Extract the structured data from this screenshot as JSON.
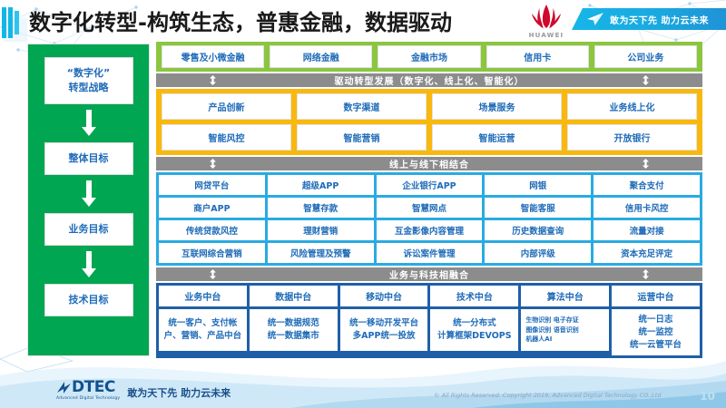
{
  "header": {
    "title": "数字化转型-构筑生态，普惠金融，数据驱动",
    "huawei_wordmark": "HUAWEI",
    "banner_slogan": "敢为天下先 助力云未来"
  },
  "colors": {
    "green": "#00a651",
    "light_green": "#8cc63f",
    "orange": "#f9b80e",
    "blue": "#29abe2",
    "navy": "#1f5fa9",
    "gray_connector": "#8c8c8c",
    "text_blue": "#1e6bb8"
  },
  "strategy_column": {
    "items": [
      {
        "label": "“数字化”\n转型战略"
      },
      {
        "label": "整体目标"
      },
      {
        "label": "业务目标"
      },
      {
        "label": "技术目标"
      }
    ]
  },
  "business_lines": {
    "items": [
      "零售及小微金融",
      "网络金融",
      "金融市场",
      "信用卡",
      "公司业务"
    ]
  },
  "connectors": {
    "drive": "驱动转型发展（数字化、线上化、智能化）",
    "online_offline": "线上与线下相结合",
    "fusion": "业务与科技相融合"
  },
  "capabilities": {
    "rows": [
      [
        "产品创新",
        "数字渠道",
        "场景服务",
        "业务线上化"
      ],
      [
        "智能风控",
        "智能营销",
        "智能运营",
        "开放银行"
      ]
    ]
  },
  "applications": {
    "rows": [
      [
        "网贷平台",
        "超级APP",
        "企业银行APP",
        "网银",
        "聚合支付"
      ],
      [
        "商户APP",
        "智慧存款",
        "智慧网点",
        "智能客服",
        "信用卡风控"
      ],
      [
        "传统贷款风控",
        "理财营销",
        "互金影像内容管理",
        "历史数据查询",
        "流量对接"
      ],
      [
        "互联网综合营销",
        "风险管理及预警",
        "诉讼案件管理",
        "内部评级",
        "资本充足评定"
      ]
    ]
  },
  "platforms": {
    "columns": [
      {
        "head": "业务中台",
        "body": "统一客户、支付帐户、营销、产品中台",
        "small": false
      },
      {
        "head": "数据中台",
        "body": "统一数据规范\n统一数据集市",
        "small": false
      },
      {
        "head": "移动中台",
        "body": "统一移动开发平台\n多APP统一投放",
        "small": false
      },
      {
        "head": "技术中台",
        "body": "统一分布式\n计算框架DEVOPS",
        "small": false
      },
      {
        "head": "算法中台",
        "body": "生物识别 电子存证\n图像识别 语音识别\n机器人AI",
        "small": true
      },
      {
        "head": "运营中台",
        "body": "统一日志\n统一监控\n统一云管平台",
        "small": false
      }
    ]
  },
  "footer": {
    "logo_text": "DTEC",
    "logo_sub": "Advanced Digital Technology",
    "slogan": "敢为天下先  助力云未来",
    "copyright": "© All Rights Reserved. Copyright 2019, Advanced Digital Technology CO.,Ltd",
    "page_number": "10"
  }
}
